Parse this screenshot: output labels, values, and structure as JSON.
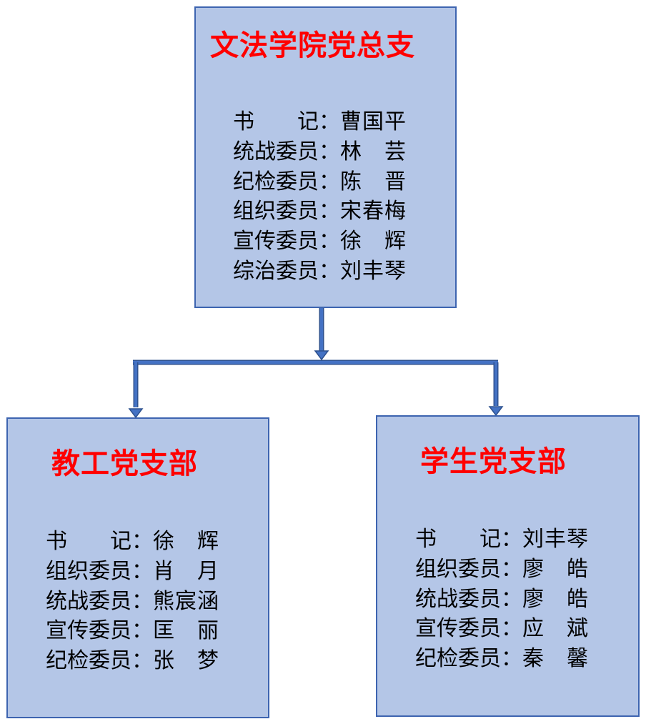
{
  "style": {
    "box_fill": "#b4c6e7",
    "box_border": "#3d64b0",
    "connector_color": "#4472c4",
    "title_color": "#ff0000",
    "text_color": "#000000"
  },
  "root": {
    "title": "文法学院党总支",
    "members": [
      {
        "role": "书记",
        "colon": "：",
        "name": "曹国平"
      },
      {
        "role": "统战委员",
        "colon": "：",
        "name": "林芸"
      },
      {
        "role": "纪检委员",
        "colon": "：",
        "name": "陈晋"
      },
      {
        "role": "组织委员",
        "colon": "：",
        "name": "宋春梅"
      },
      {
        "role": "宣传委员",
        "colon": "：",
        "name": "徐辉"
      },
      {
        "role": "综治委员",
        "colon": "：",
        "name": "刘丰琴"
      }
    ]
  },
  "branches": [
    {
      "title": "教工党支部",
      "members": [
        {
          "role": "书记",
          "colon": "：",
          "name": "徐辉"
        },
        {
          "role": "组织委员",
          "colon": "：",
          "name": "肖月"
        },
        {
          "role": "统战委员",
          "colon": "：",
          "name": "熊宸涵"
        },
        {
          "role": "宣传委员",
          "colon": "：",
          "name": "匡丽"
        },
        {
          "role": "纪检委员",
          "colon": "：",
          "name": "张梦"
        }
      ]
    },
    {
      "title": "学生党支部",
      "members": [
        {
          "role": "书记",
          "colon": "：",
          "name": "刘丰琴"
        },
        {
          "role": "组织委员",
          "colon": "：",
          "name": "廖皓"
        },
        {
          "role": "统战委员",
          "colon": "：",
          "name": "廖皓"
        },
        {
          "role": "宣传委员",
          "colon": "：",
          "name": "应斌"
        },
        {
          "role": "纪检委员",
          "colon": "：",
          "name": "秦馨"
        }
      ]
    }
  ]
}
